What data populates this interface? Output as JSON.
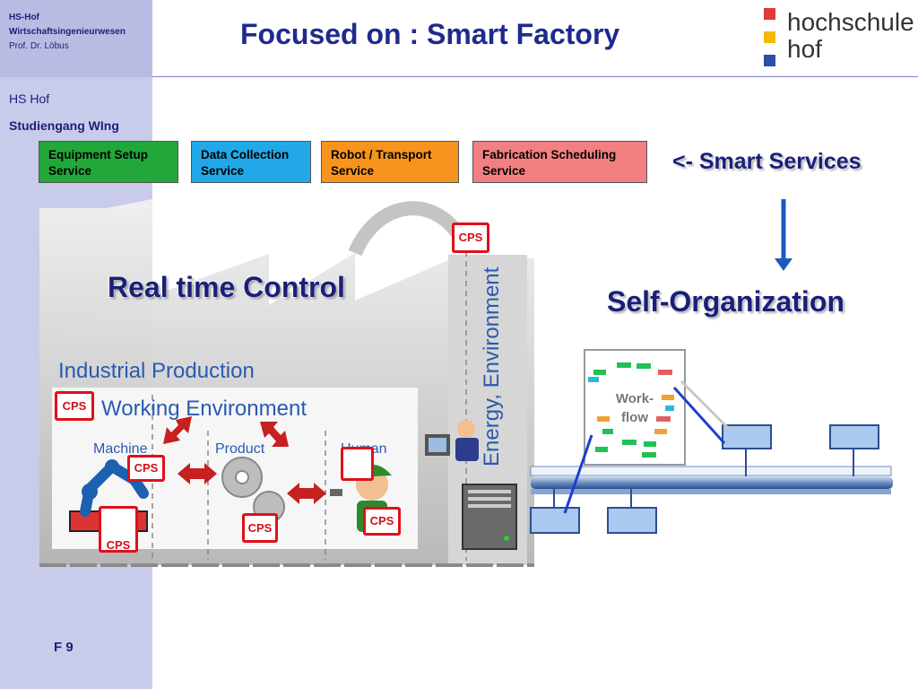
{
  "sidebar": {
    "org_line1": "HS-Hof",
    "org_line2": "Wirtschaftsingenieurwesen",
    "org_line3": "Prof. Dr. Löbus",
    "nav_item1": "HS Hof",
    "nav_item2": "Studiengang WIng",
    "slide_number": "F 9"
  },
  "header": {
    "title": "Focused on : Smart Factory",
    "logo_line1": "hochschule",
    "logo_line2": "hof",
    "logo_colors": [
      "#e03a3a",
      "#f5b800",
      "#2f4fa8"
    ]
  },
  "services": {
    "items": [
      {
        "line1": "Equipment Setup",
        "line2": "Service",
        "color": "#22a83a"
      },
      {
        "line1": "Data Collection",
        "line2": "Service",
        "color": "#22a8e8"
      },
      {
        "line1": "Robot / Transport",
        "line2": "Service",
        "color": "#f7941d"
      },
      {
        "line1": "Fabrication Scheduling",
        "line2": "Service",
        "color": "#f28080"
      }
    ],
    "arrow_label": "<- Smart Services"
  },
  "diagram": {
    "realtime": "Real time Control",
    "self_org": "Self-Organization",
    "industrial_production": "Industrial Production",
    "working_environment": "Working Environment",
    "energy": "Energy, Environment",
    "machine": "Machine",
    "product": "Product",
    "human": "Human",
    "cps": "CPS",
    "workflow_line1": "Work-",
    "workflow_line2": "flow",
    "cps_color": "#e0101a"
  }
}
